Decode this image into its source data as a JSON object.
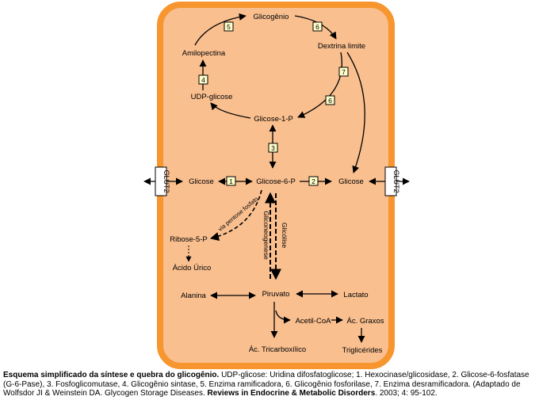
{
  "colors": {
    "cell_fill": "#f9bf8f",
    "cell_border": "#f7952e",
    "step_box": "#ffffcc",
    "arrow": "#000000"
  },
  "nodes": {
    "glicogenio": "Glicogênio",
    "dextrina": "Dextrina limite",
    "amilopectina": "Amilopectina",
    "udp_glicose": "UDP-glicose",
    "glicose_1p": "Glicose-1-P",
    "glicose_left": "Glicose",
    "glicose_6p": "Glicose-6-P",
    "glicose_right": "Glicose",
    "ribose_5p": "Ribose-5-P",
    "acido_urico": "Ácido Úrico",
    "alanina": "Alanina",
    "piruvato": "Piruvato",
    "lactato": "Lactato",
    "acetil_coa": "Acetil-CoA",
    "ac_graxos": "Ác. Graxos",
    "ac_tricarboxilico": "Ác. Tricarboxílico",
    "trigliceridos": "Triglicérides"
  },
  "transporters": {
    "left": "GLUT2",
    "right": "GLUT2"
  },
  "pathway_labels": {
    "via_pentose": "via pentose fosfato",
    "glicolise": "Glicólise",
    "gliconeogenese": "Gliconeogenese"
  },
  "steps": {
    "s1": "1",
    "s2": "2",
    "s3": "3",
    "s4": "4",
    "s5": "5",
    "s6a": "6",
    "s6b": "6",
    "s7": "7"
  },
  "caption": {
    "title": "Esquema simplificado da síntese e quebra do glicogênio.",
    "text1": " UDP-glicose: Uridina difosfatoglicose; 1. Hexocinase/glicosidase, 2. Glicose-6-fosfatase (G-6-Pase), 3. Fosfoglicomutase, 4. Glicogênio sintase, 5. Enzima ramificadora, 6. Glicogênio fosforilase, 7. Enzima desramificadora. (Adaptado de Wolfsdor JI & Weinstein DA. Glycogen Storage Diseases. ",
    "journal": "Reviews in Endocrine & Metabolic Disorders",
    "text2": ". 2003; 4: 95-102."
  }
}
